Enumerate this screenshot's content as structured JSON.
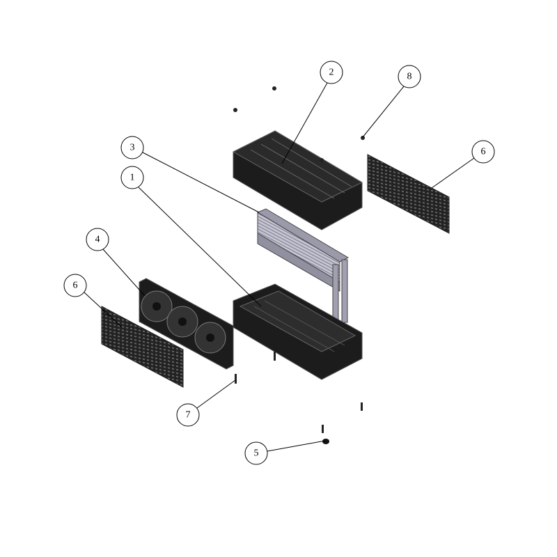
{
  "diagram": {
    "callouts": [
      {
        "id": "c2",
        "label": "2",
        "part": "top-cover"
      },
      {
        "id": "c8",
        "label": "8",
        "part": "nut"
      },
      {
        "id": "c3",
        "label": "3",
        "part": "heat-exchanger"
      },
      {
        "id": "c6r",
        "label": "6",
        "part": "grille-right"
      },
      {
        "id": "c1",
        "label": "1",
        "part": "bottom-housing"
      },
      {
        "id": "c4",
        "label": "4",
        "part": "fan-assembly"
      },
      {
        "id": "c6l",
        "label": "6",
        "part": "grille-left"
      },
      {
        "id": "c7",
        "label": "7",
        "part": "screw"
      },
      {
        "id": "c5",
        "label": "5",
        "part": "grommet"
      }
    ],
    "colors": {
      "part": "#1a1a1a",
      "edge": "#555555",
      "radiator": "#b8b8c8",
      "line": "#000000"
    }
  }
}
